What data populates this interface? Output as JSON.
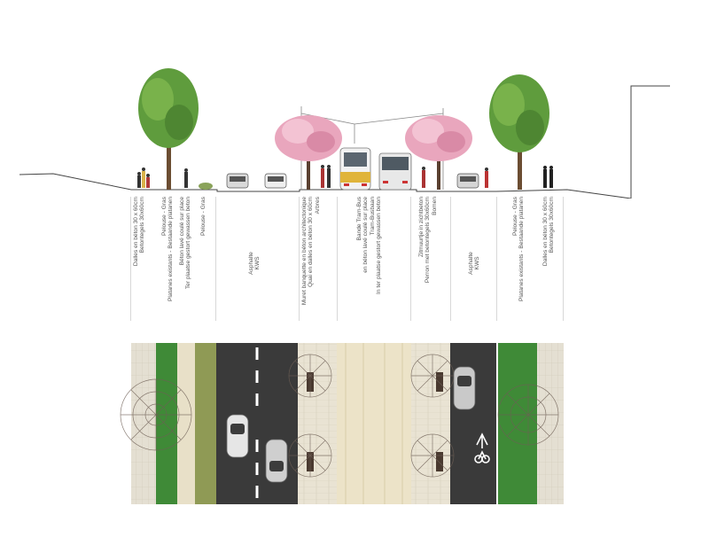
{
  "section_labels": [
    {
      "line1": "Dalles en béton 30 x 60cm",
      "line2": "Betontegels 30x60cm"
    },
    {
      "line1": "Pelouse - Gras",
      "line2": "Platanes existants - Bestaande platanen"
    },
    {
      "line1": "Béton lavé coulé sur place",
      "line2": "Ter plaatse gestort gewassen beton"
    },
    {
      "line1": "Pelouse - Gras",
      "line2": ""
    },
    {
      "line1": "Asphalte",
      "line2": "KWS"
    },
    {
      "line1": "Muret banquette  en béton architectonique",
      "line2": "Quai en dalles en béton 30 x 60cm"
    },
    {
      "line1": "Arbres",
      "line2": ""
    },
    {
      "line1": "Bande Tram-Bus",
      "line2": "en béton lavé coulé sur place"
    },
    {
      "line1": "Tram-Busbaan",
      "line2": "In ter plaatse gestort gewassen beton"
    },
    {
      "line1": "Zitmuurtje in zichtbeton",
      "line2": "Perron met betontegels 30x60cm"
    },
    {
      "line1": "Bomen",
      "line2": ""
    },
    {
      "line1": "Asphalte",
      "line2": "KWS"
    },
    {
      "line1": "Pelouse - Gras",
      "line2": "Platanes existants - Bestaande platanen"
    },
    {
      "line1": "Dalles en béton 30 x 60cm",
      "line2": "Betontegels 30x60cm"
    }
  ],
  "icons": {
    "tree": "deciduous-tree-icon",
    "blossom": "cherry-blossom-tree-icon",
    "tram": "tram-icon",
    "bus": "bus-icon",
    "car": "car-icon",
    "bicycle": "bicycle-icon",
    "pedestrian": "pedestrian-icon"
  },
  "colors": {
    "paving": "#e9e3d3",
    "grass": "#3f8a37",
    "asphalt": "#3a3a3a",
    "tram_band": "#ece3c8",
    "blossom": "#e9a6bd",
    "foliage": "#5f9c3d"
  }
}
